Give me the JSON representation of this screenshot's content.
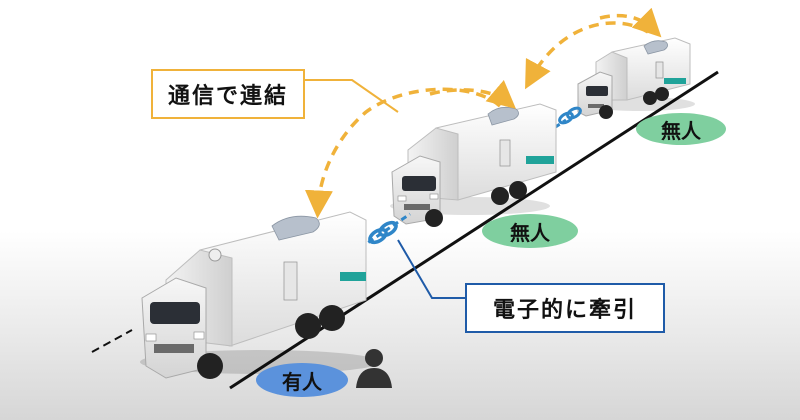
{
  "labels": {
    "communication_link": "通信で連結",
    "electronic_towing": "電子的に牽引",
    "unmanned_front": "無人",
    "unmanned_middle": "無人",
    "manned": "有人"
  },
  "colors": {
    "comm_arrow": "#f0b23a",
    "tow_box_border": "#1f5ba8",
    "unmanned_oval": "#7fcf9f",
    "manned_oval": "#5b92dc",
    "link_chain": "#2f86c8",
    "cab_accent": "#20a39a"
  },
  "icons": {
    "driver": "person-silhouette-icon",
    "link": "chain-link-icon"
  }
}
